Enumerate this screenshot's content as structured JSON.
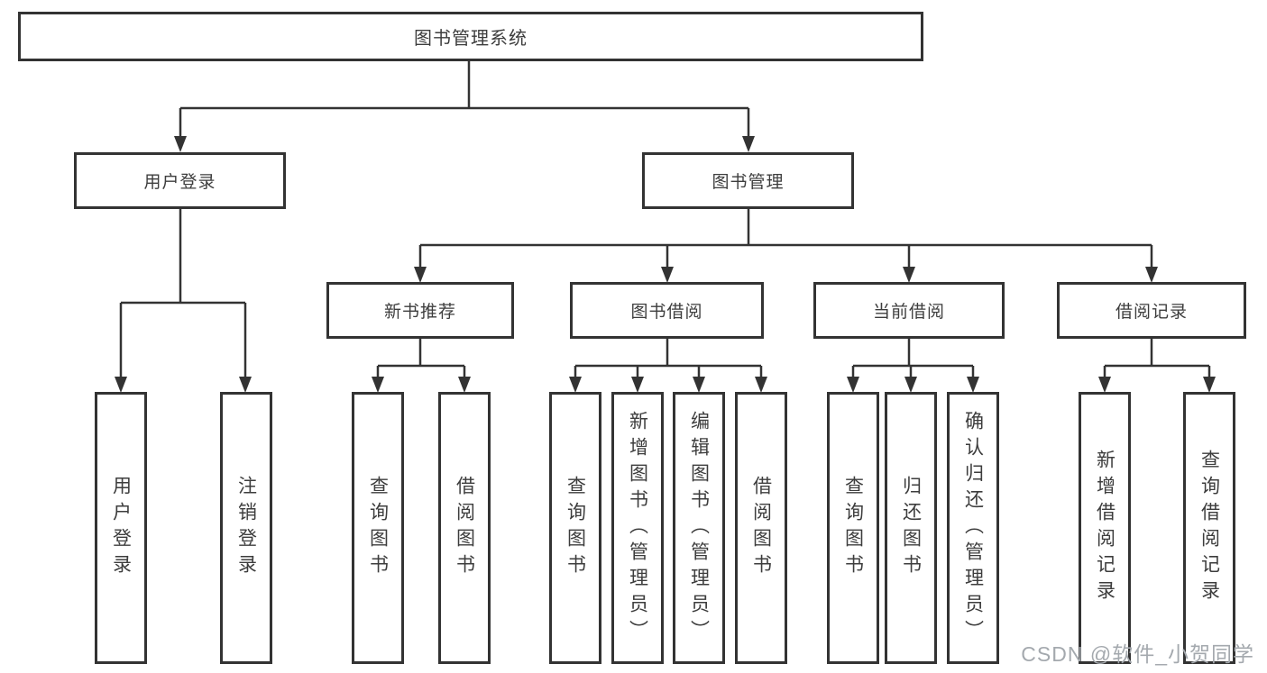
{
  "tree": {
    "root": {
      "label": "图书管理系统"
    },
    "branches": [
      {
        "label": "用户登录",
        "children": [
          {
            "label": "用户登录"
          },
          {
            "label": "注销登录"
          }
        ]
      },
      {
        "label": "图书管理",
        "children": [
          {
            "label": "新书推荐",
            "children": [
              {
                "label": "查询图书"
              },
              {
                "label": "借阅图书"
              }
            ]
          },
          {
            "label": "图书借阅",
            "children": [
              {
                "label": "查询图书"
              },
              {
                "label": "新增图书（管理员）"
              },
              {
                "label": "编辑图书（管理员）"
              },
              {
                "label": "借阅图书"
              }
            ]
          },
          {
            "label": "当前借阅",
            "children": [
              {
                "label": "查询图书"
              },
              {
                "label": "归还图书"
              },
              {
                "label": "确认归还（管理员）"
              }
            ]
          },
          {
            "label": "借阅记录",
            "children": [
              {
                "label": "新增借阅记录"
              },
              {
                "label": "查询借阅记录"
              }
            ]
          }
        ]
      }
    ]
  },
  "watermark": {
    "text": "CSDN @软件_小贺同学"
  },
  "colors": {
    "line": "#333333",
    "box_border": "#333333",
    "text": "#3d3d3d",
    "watermark": "#a4a9ae",
    "background": "#ffffff"
  }
}
